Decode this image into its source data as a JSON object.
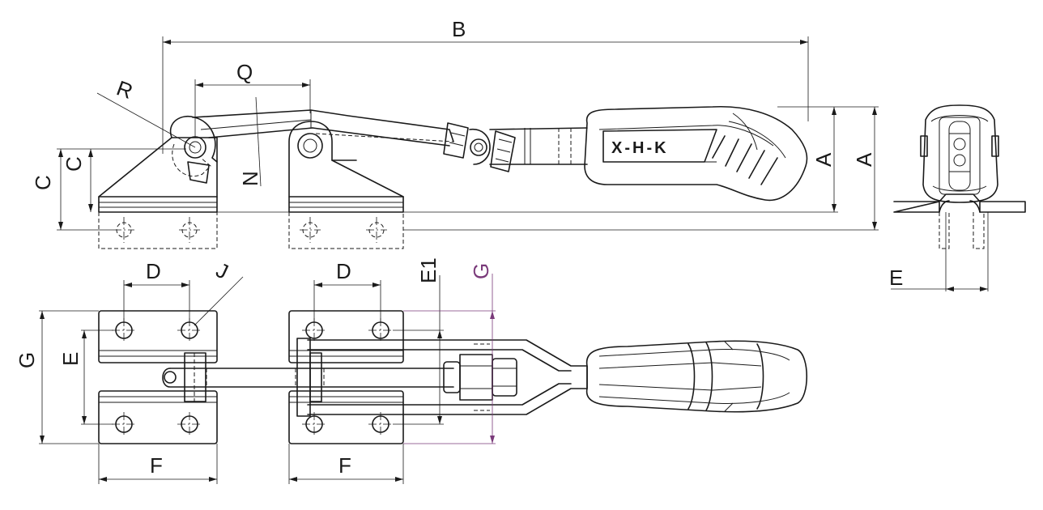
{
  "drawing": {
    "labels": {
      "A": "A",
      "A2": "A",
      "B": "B",
      "C": "C",
      "C2": "C",
      "D": "D",
      "D2": "D",
      "E": "E",
      "E_side": "E",
      "E1": "E1",
      "F": "F",
      "F2": "F",
      "G": "G",
      "G2": "G",
      "J": "J",
      "N": "N",
      "Q": "Q",
      "R": "R"
    },
    "logo_text": "X-H-K",
    "colors": {
      "line": "#1a1a1a",
      "dimension_highlight": "#7a3a7a",
      "background": "#ffffff"
    }
  }
}
